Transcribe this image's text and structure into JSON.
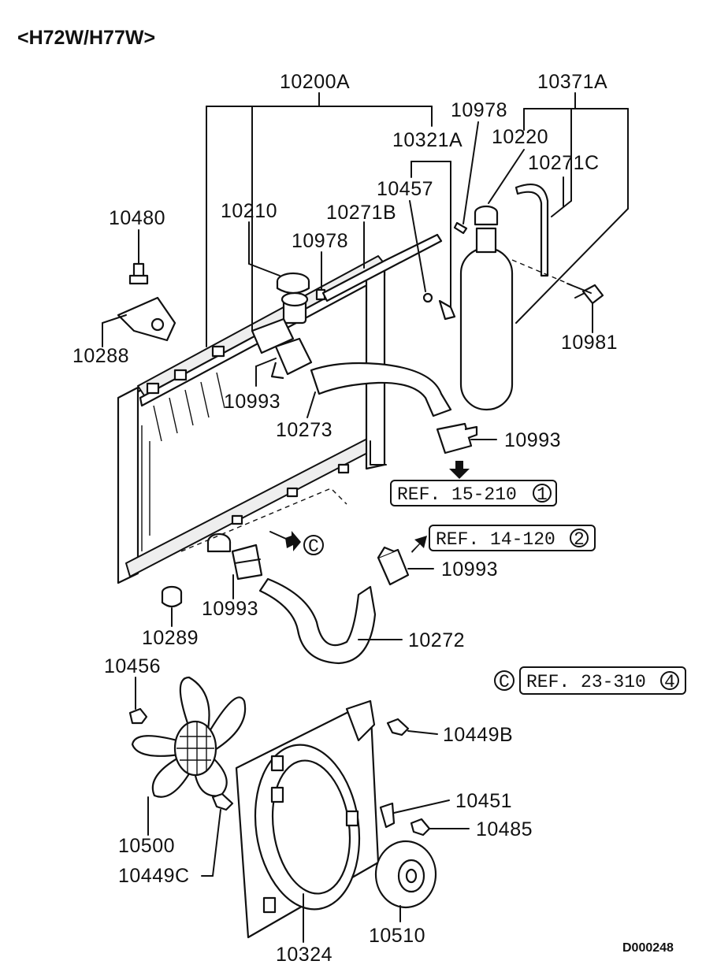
{
  "header": "<H72W/H77W>",
  "diagram_code": "D000248",
  "callout_letter": "C",
  "labels": {
    "p10200A": "10200A",
    "p10371A": "10371A",
    "p10978a": "10978",
    "p10220": "10220",
    "p10321A": "10321A",
    "p10271C": "10271C",
    "p10457": "10457",
    "p10480": "10480",
    "p10210": "10210",
    "p10271B": "10271B",
    "p10978b": "10978",
    "p10981": "10981",
    "p10288": "10288",
    "p10993a": "10993",
    "p10273": "10273",
    "p10993b": "10993",
    "p10993c": "10993",
    "p10993d": "10993",
    "p10289": "10289",
    "p10272": "10272",
    "p10456": "10456",
    "p10449B": "10449B",
    "p10451": "10451",
    "p10485": "10485",
    "p10500": "10500",
    "p10449C": "10449C",
    "p10510": "10510",
    "p10324": "10324"
  },
  "refs": {
    "r1": {
      "text": "REF. 15-210",
      "num": "1"
    },
    "r2": {
      "text": "REF. 14-120",
      "num": "2"
    },
    "r3": {
      "text": "REF. 23-310",
      "num": "4"
    }
  }
}
